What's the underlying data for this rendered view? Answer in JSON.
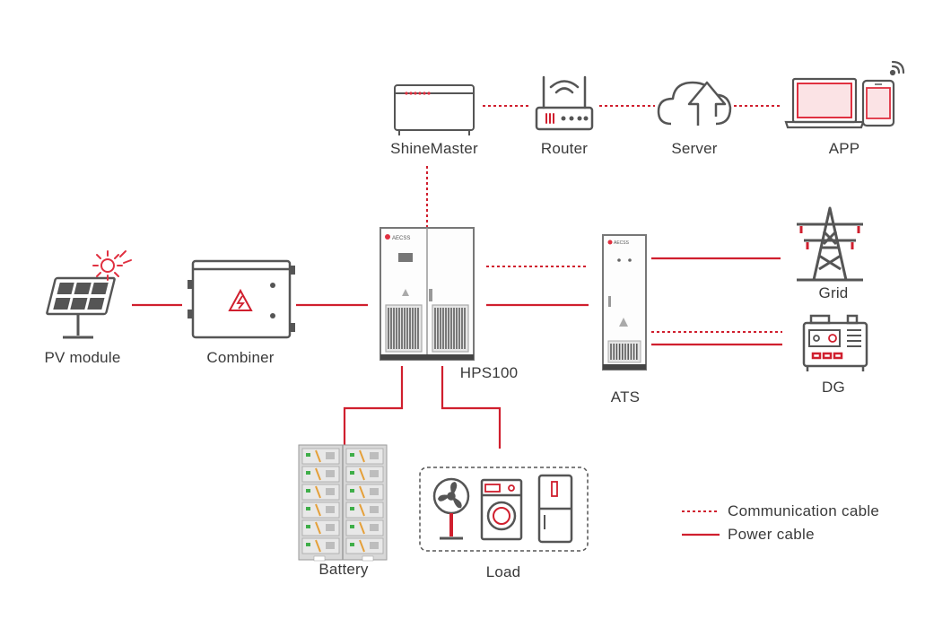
{
  "labels": {
    "shinemaster": "ShineMaster",
    "router": "Router",
    "server": "Server",
    "app": "APP",
    "pv_module": "PV module",
    "combiner": "Combiner",
    "hps100": "HPS100",
    "ats": "ATS",
    "grid": "Grid",
    "dg": "DG",
    "battery": "Battery",
    "load": "Load"
  },
  "legend": {
    "communication": "Communication cable",
    "power": "Power cable"
  },
  "colors": {
    "cable": "#d01f2e",
    "device_outline": "#555555",
    "accent": "#e03040"
  }
}
